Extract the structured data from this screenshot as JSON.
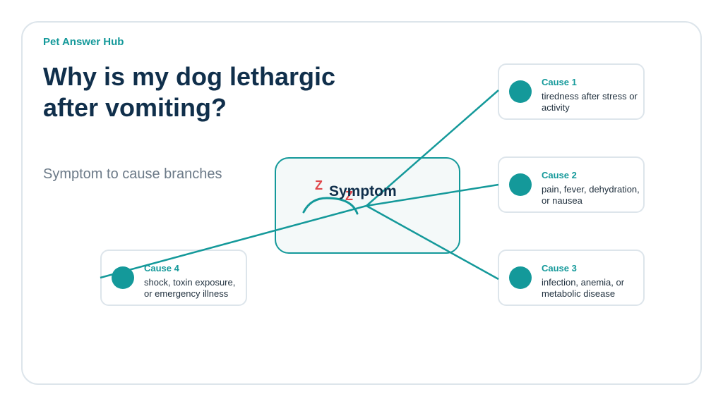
{
  "header": {
    "brand": "Pet Answer Hub",
    "title_line1": "Why is my dog lethargic",
    "title_line2": "after vomiting?",
    "subtitle": "Symptom to cause branches"
  },
  "hub": {
    "label": "Symptom",
    "sleep_glyph": "Z",
    "icon": "sleeping-dog-icon"
  },
  "causes": [
    {
      "title": "Cause 1",
      "text": "tiredness after stress or activity"
    },
    {
      "title": "Cause 2",
      "text": "pain, fever, dehydration, or nausea"
    },
    {
      "title": "Cause 3",
      "text": "infection, anemia, or metabolic disease"
    },
    {
      "title": "Cause 4",
      "text": "shock, toxin exposure, or emergency illness"
    }
  ],
  "colors": {
    "accent": "#14999a",
    "title": "#102f4b",
    "sleep_z": "#e0484b",
    "border": "#dde5eb"
  }
}
